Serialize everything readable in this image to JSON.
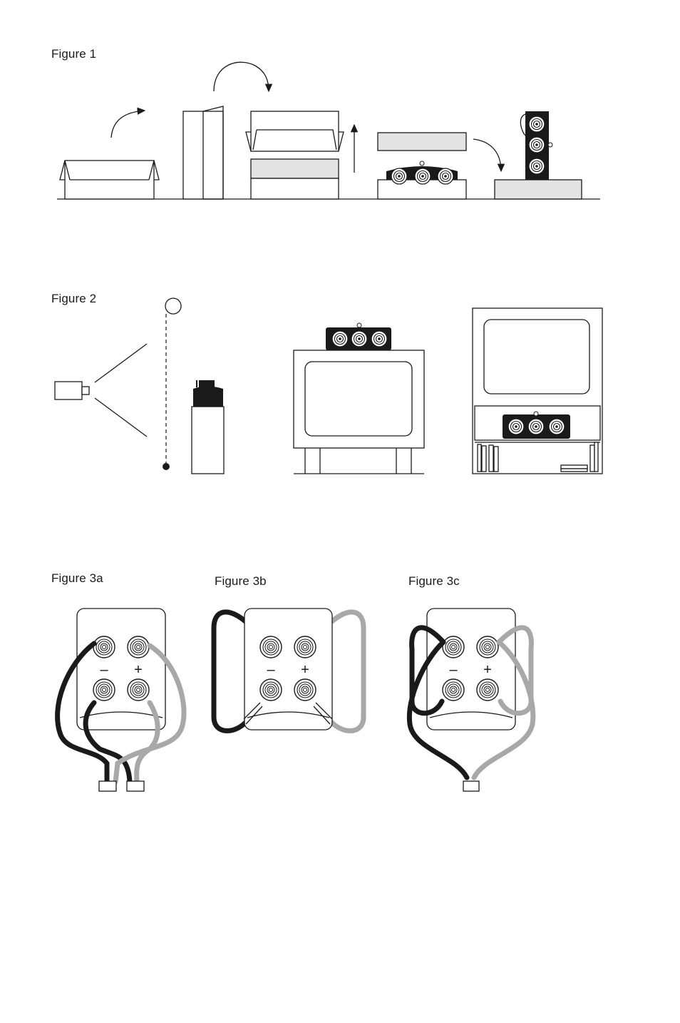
{
  "figures": {
    "fig1": {
      "caption": "Figure 1"
    },
    "fig2": {
      "caption": "Figure 2"
    },
    "fig3a": {
      "caption": "Figure 3a",
      "minus": "–",
      "plus": "+"
    },
    "fig3b": {
      "caption": "Figure 3b",
      "minus": "–",
      "plus": "+"
    },
    "fig3c": {
      "caption": "Figure 3c",
      "minus": "–",
      "plus": "+"
    }
  },
  "colors": {
    "ink": "#1a1a1a",
    "grey_wire": "#a8a8a8",
    "box_fill": "#e3e3e3"
  }
}
